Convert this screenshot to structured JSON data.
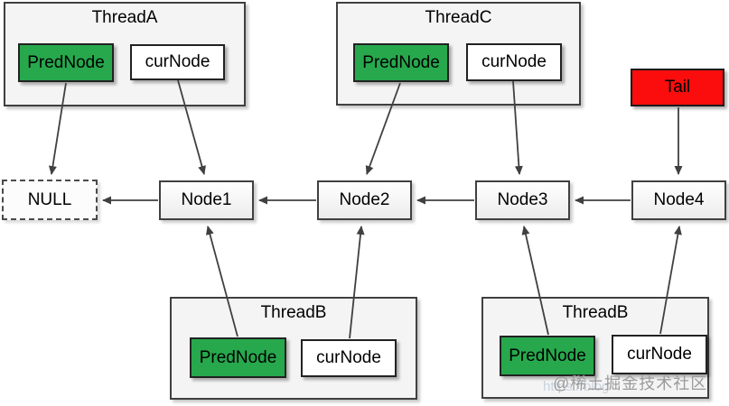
{
  "threads": {
    "a": {
      "title": "ThreadA",
      "pred": "PredNode",
      "cur": "curNode"
    },
    "c": {
      "title": "ThreadC",
      "pred": "PredNode",
      "cur": "curNode"
    },
    "b1": {
      "title": "ThreadB",
      "pred": "PredNode",
      "cur": "curNode"
    },
    "b2": {
      "title": "ThreadB",
      "pred": "PredNode",
      "cur": "curNode"
    }
  },
  "tail": {
    "label": "Tail"
  },
  "list": {
    "null": "NULL",
    "node1": "Node1",
    "node2": "Node2",
    "node3": "Node3",
    "node4": "Node4"
  },
  "watermark": {
    "text": "@稀土掘金技术社区",
    "url_fragment": "https://blog"
  },
  "colors": {
    "pred_green": "#27a84d",
    "tail_red": "#fb0d0d",
    "arrow_gray": "#404040",
    "container_fill": "#f4f4f4"
  }
}
